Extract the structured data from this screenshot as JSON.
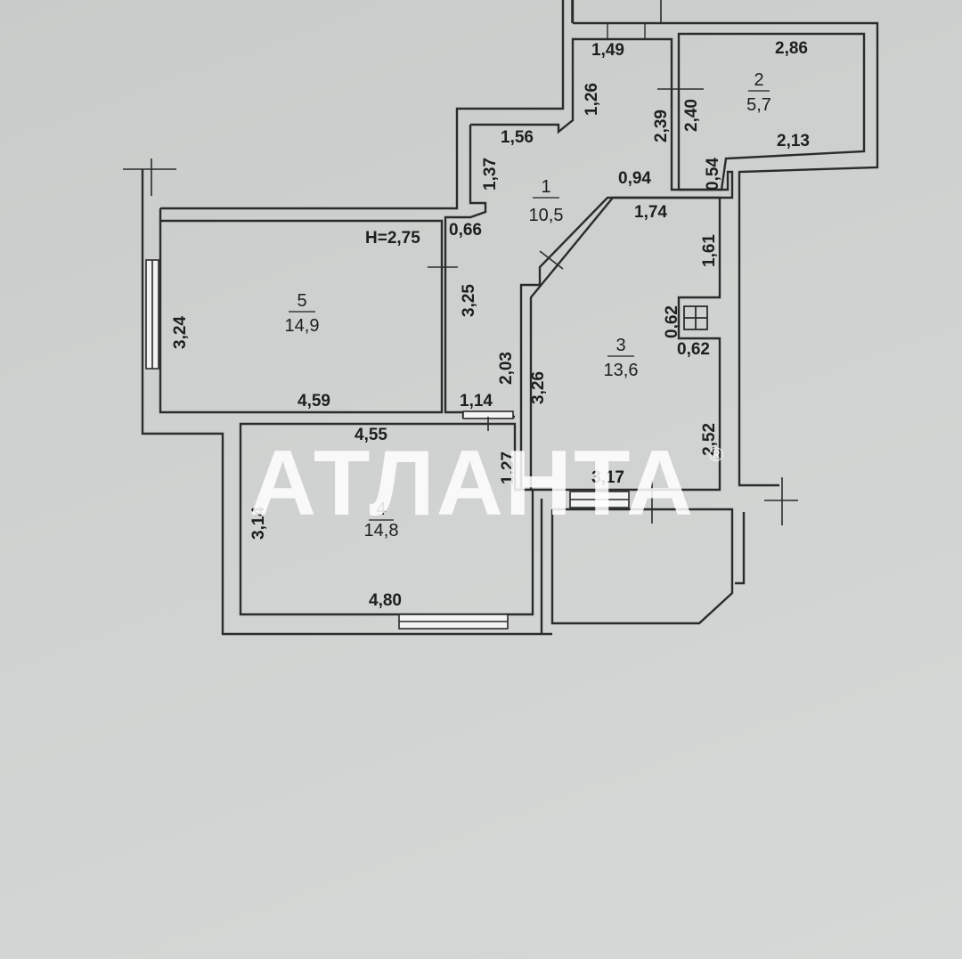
{
  "floor_height": "H=2,75",
  "rooms": [
    {
      "num": "1",
      "area": "10,5"
    },
    {
      "num": "2",
      "area": "5,7"
    },
    {
      "num": "3",
      "area": "13,6"
    },
    {
      "num": "4",
      "area": "14,8"
    },
    {
      "num": "5",
      "area": "14,9"
    }
  ],
  "dims": {
    "d149": "1,49",
    "d286": "2,86",
    "d126": "1,26",
    "d239": "2,39",
    "d240": "2,40",
    "d156": "1,56",
    "d213": "2,13",
    "d137": "1,37",
    "d054": "0,54",
    "d094": "0,94",
    "d174": "1,74",
    "d066": "0,66",
    "d161": "1,61",
    "d325": "3,25",
    "d324": "3,24",
    "d062a": "0,62",
    "d062b": "0,62",
    "d203": "2,03",
    "d326": "3,26",
    "d459": "4,59",
    "d114": "1,14",
    "d252": "2,52",
    "d455": "4,55",
    "d127": "1,27",
    "d317": "3,17",
    "d314": "3,14",
    "d480": "4,80"
  },
  "watermark": {
    "text": "АТЛАНТА",
    "mark": "®"
  }
}
